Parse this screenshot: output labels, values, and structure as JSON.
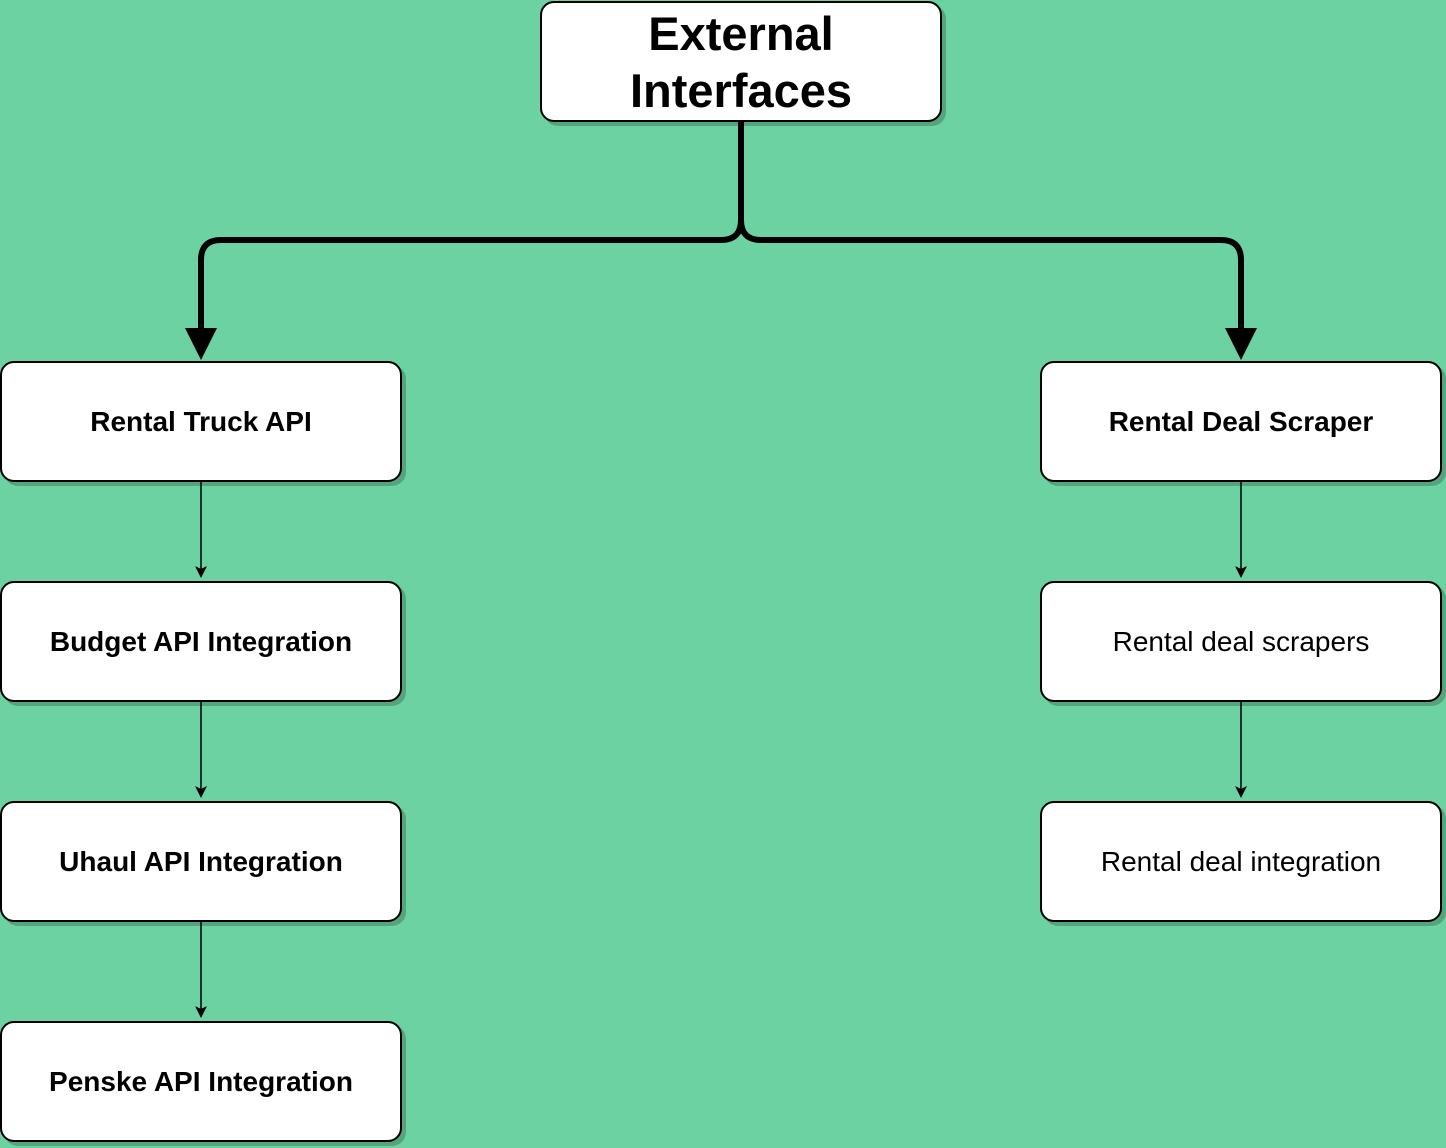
{
  "diagram": {
    "root": {
      "label": "External Interfaces"
    },
    "left_branch": {
      "items": [
        {
          "label": "Rental Truck API"
        },
        {
          "label": "Budget API Integration"
        },
        {
          "label": "Uhaul API Integration"
        },
        {
          "label": "Penske API Integration"
        }
      ]
    },
    "right_branch": {
      "items": [
        {
          "label": "Rental Deal Scraper"
        },
        {
          "label": "Rental deal scrapers"
        },
        {
          "label": "Rental deal integration"
        }
      ]
    },
    "colors": {
      "background": "#6dd2a2",
      "node_fill": "#ffffff",
      "stroke": "#000000"
    }
  }
}
